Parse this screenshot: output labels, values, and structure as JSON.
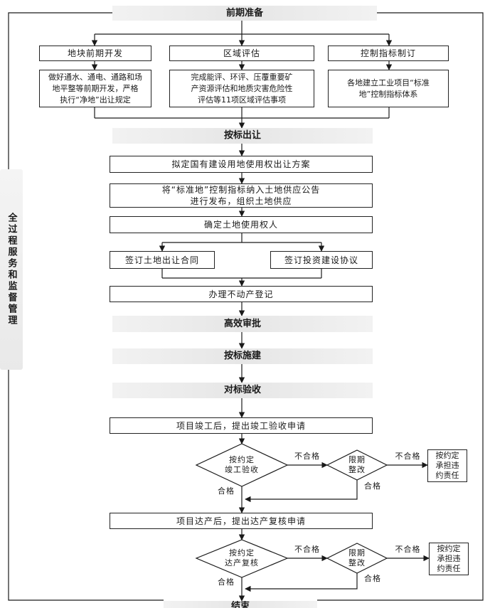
{
  "side_label": "全过程服务和监督管理",
  "stages": {
    "prep": "前期准备",
    "bid": "按标出让",
    "approve": "高效审批",
    "build": "按标施建",
    "accept": "对标验收",
    "end": "结束"
  },
  "prep": {
    "c1_title": "地块前期开发",
    "c1_text": "做好通水、通电、通路和场\n地平整等前期开发，严格\n执行“净地”出让规定",
    "c2_title": "区域评估",
    "c2_text": "完成能评、环评、压覆重要矿\n产资源评估和地质灾害危险性\n评估等11项区域评估事项",
    "c3_title": "控制指标制订",
    "c3_text": "各地建立工业项目“标准\n地”控制指标体系"
  },
  "bid": {
    "step1": "拟定国有建设用地使用权出让方案",
    "step2": "将“标准地”控制指标纳入土地供应公告\n进行发布，组织土地供应",
    "step3": "确定土地使用权人",
    "step4a": "签订土地出让合同",
    "step4b": "签订投资建设协议",
    "step5": "办理不动产登记"
  },
  "accept": {
    "apply1": "项目竣工后，提出竣工验收申请",
    "dec1": "按约定\n竣工验收",
    "apply2": "项目达产后，提出达产复核申请",
    "dec2": "按约定\n达产复核",
    "fix": "限期\n整改",
    "liability": "按约定\n承担违\n约责任",
    "fail": "不合格",
    "pass": "合格"
  }
}
